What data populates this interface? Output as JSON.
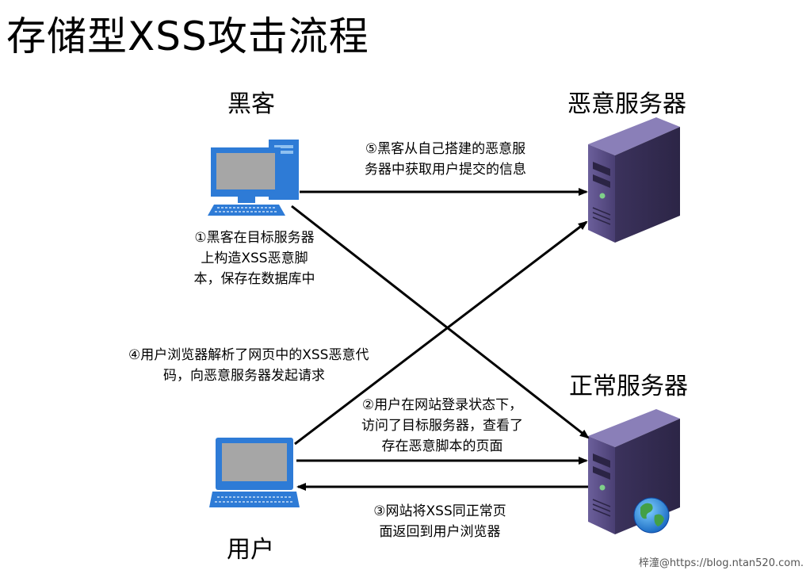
{
  "title": "存储型XSS攻击流程",
  "nodes": {
    "hacker": "黑客",
    "malicious_server": "恶意服务器",
    "normal_server": "正常服务器",
    "user": "用户"
  },
  "steps": {
    "step1": [
      "①黑客在目标服务器",
      "上构造XSS恶意脚",
      "本，保存在数据库中"
    ],
    "step2": [
      "②用户在网站登录状态下，",
      "访问了目标服务器，查看了",
      "存在恶意脚本的页面"
    ],
    "step3": [
      "③网站将XSS同正常页",
      "面返回到用户浏览器"
    ],
    "step4": [
      "④用户浏览器解析了网页中的XSS恶意代",
      "码，向恶意服务器发起请求"
    ],
    "step5": [
      "⑤黑客从自己搭建的恶意服",
      "务器中获取用户提交的信息"
    ]
  },
  "watermark": "梓潼@https://blog.ntan520.com.",
  "colors": {
    "monitor_blue": "#2e7bd6",
    "screen_gray": "#a6a6a6",
    "server_purple": "#5a4f86",
    "arrow": "#000000"
  }
}
